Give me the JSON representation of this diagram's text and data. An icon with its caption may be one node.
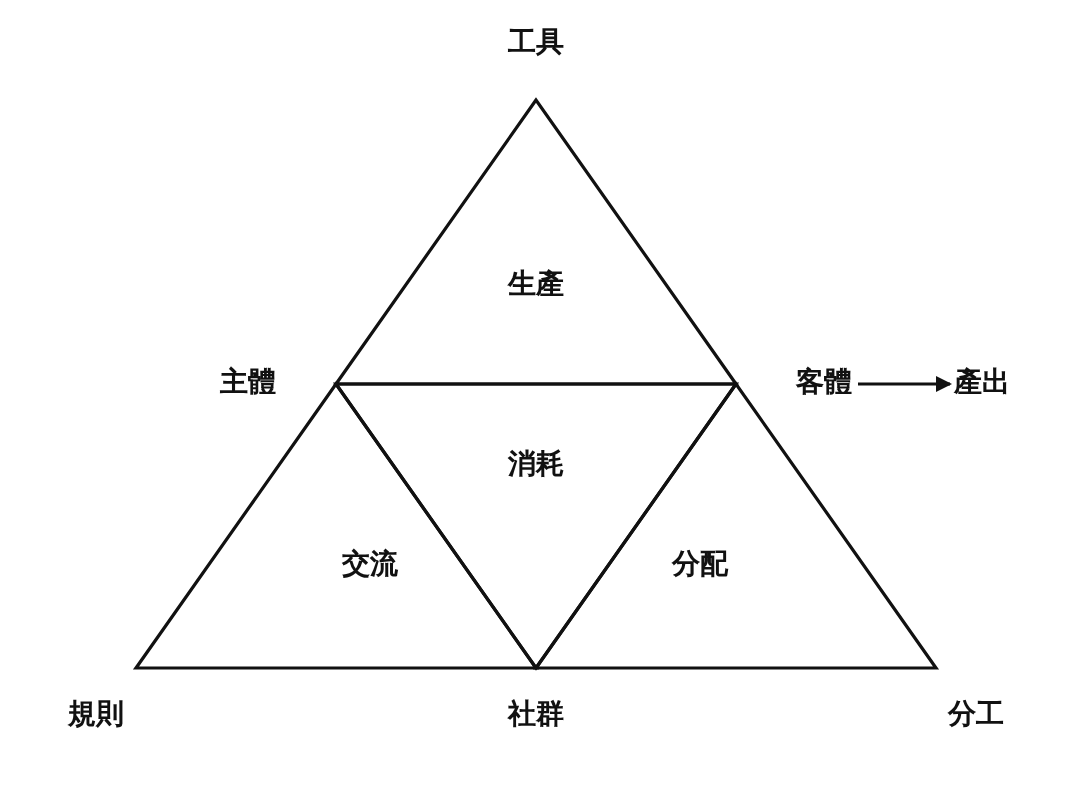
{
  "diagram": {
    "nodes": [
      {
        "text": [
          "生產"
        ]
      },
      {
        "text": [
          "客體"
        ]
      },
      {
        "text": [
          "產出"
        ]
      },
      {
        "text": [
          "消耗"
        ]
      },
      {
        "text": [
          "交流"
        ]
      },
      {
        "text": [
          "分配"
        ]
      }
    ],
    "edges": [
      {
        "from": 1,
        "to": 2,
        "arrow": "to"
      }
    ],
    "labels": [
      "工具",
      "主體",
      "規則",
      "社群",
      "分工"
    ]
  }
}
